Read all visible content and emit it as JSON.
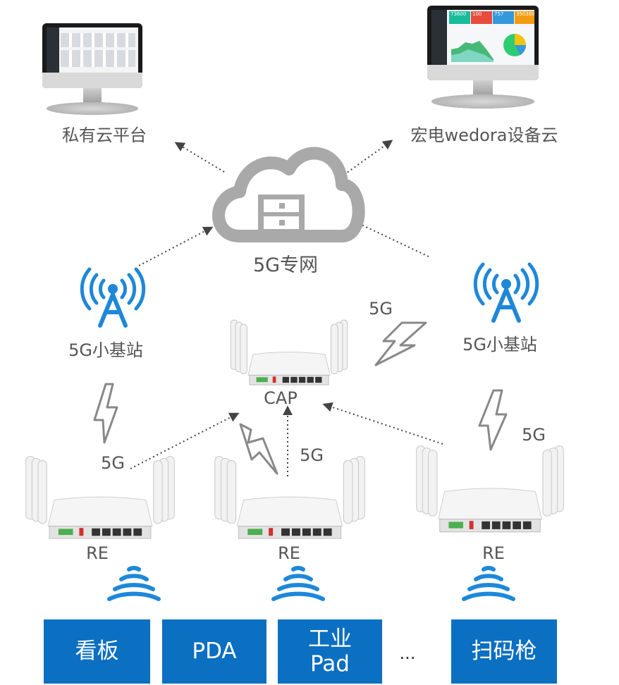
{
  "nodes": {
    "private_cloud": "私有云平台",
    "vendor_cloud": "宏电wedora设备云",
    "private_network": "5G专网",
    "base_station_left": "5G小基站",
    "base_station_right": "5G小基站",
    "cap": "CAP",
    "re_left": "RE",
    "re_center": "RE",
    "re_right": "RE"
  },
  "link_labels": {
    "cap_to_station": "5G",
    "left_station_to_re": "5G",
    "center_re_to_cap": "5G",
    "right_station_to_re": "5G"
  },
  "dashboard": {
    "tiles": [
      "73600",
      "100",
      "757",
      "350360"
    ]
  },
  "endpoints": [
    {
      "label": "看板"
    },
    {
      "label": "PDA"
    },
    {
      "label": "工业\nPad"
    },
    {
      "label": "扫码枪"
    }
  ],
  "ellipsis": "...",
  "colors": {
    "accent_blue": "#0b6fc2",
    "icon_blue": "#1e88d8",
    "cloud_gray": "#a9a9a9",
    "text_gray": "#555555",
    "link_gray": "#444444"
  }
}
